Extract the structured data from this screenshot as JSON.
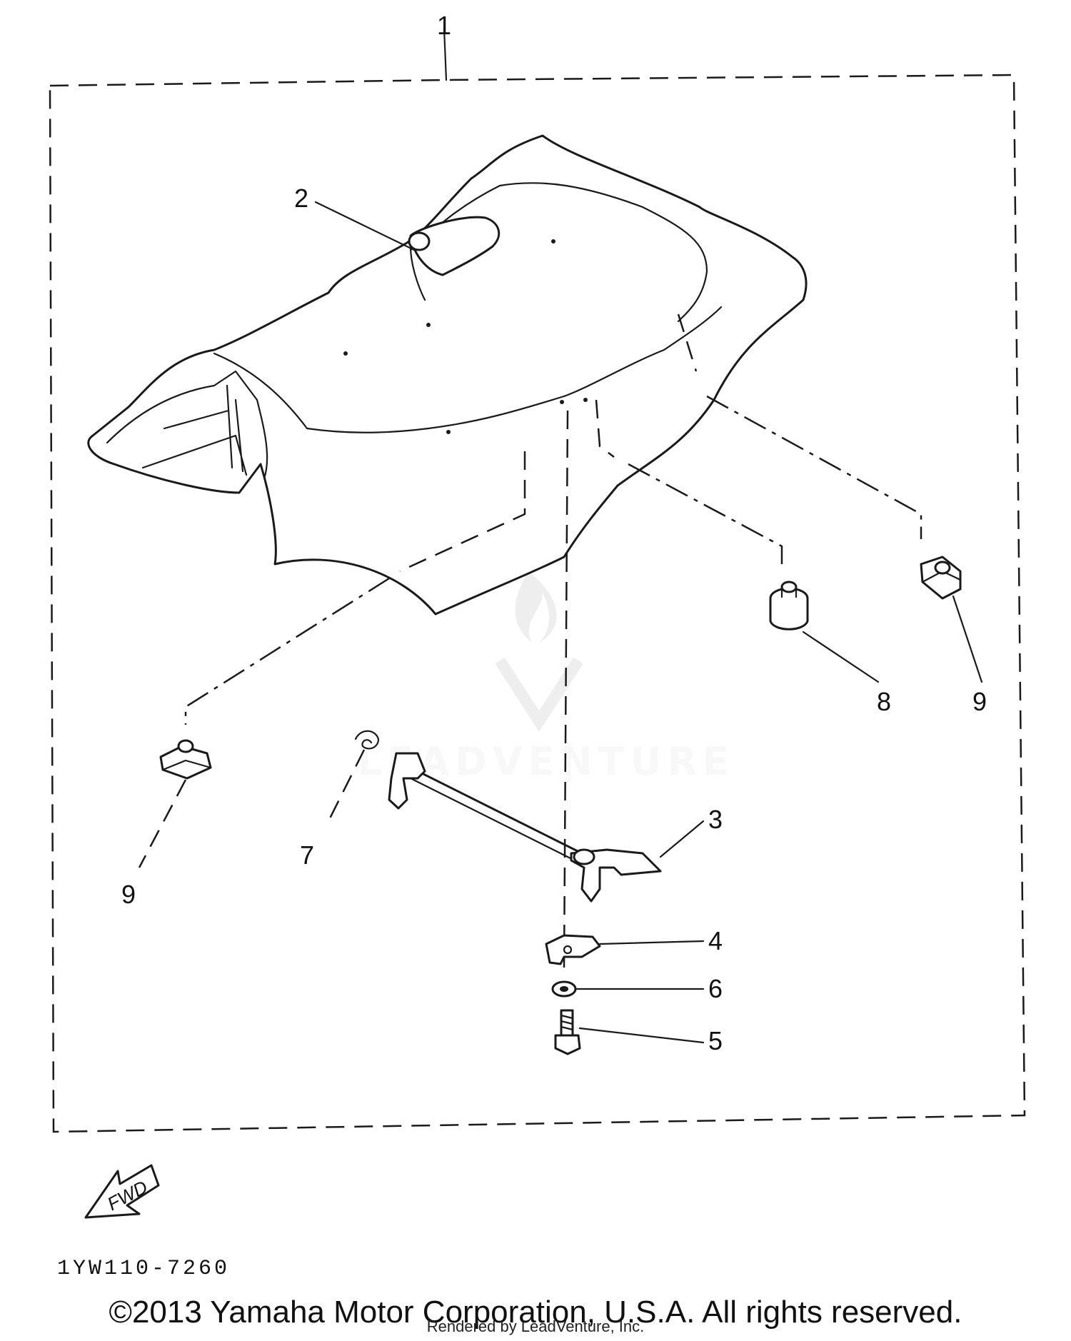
{
  "callouts": {
    "c1": "1",
    "c2": "2",
    "c3": "3",
    "c4": "4",
    "c5": "5",
    "c6": "6",
    "c7": "7",
    "c8": "8",
    "c9_right": "9",
    "c9_left": "9"
  },
  "fwd_label": "FWD",
  "diagram_code": "1YW110-7260",
  "watermark": "LEADVENTURE",
  "copyright": "©2013 Yamaha Motor Corporation, U.S.A. All rights reserved.",
  "rendered_by": "Rendered by LeadVenture, Inc."
}
